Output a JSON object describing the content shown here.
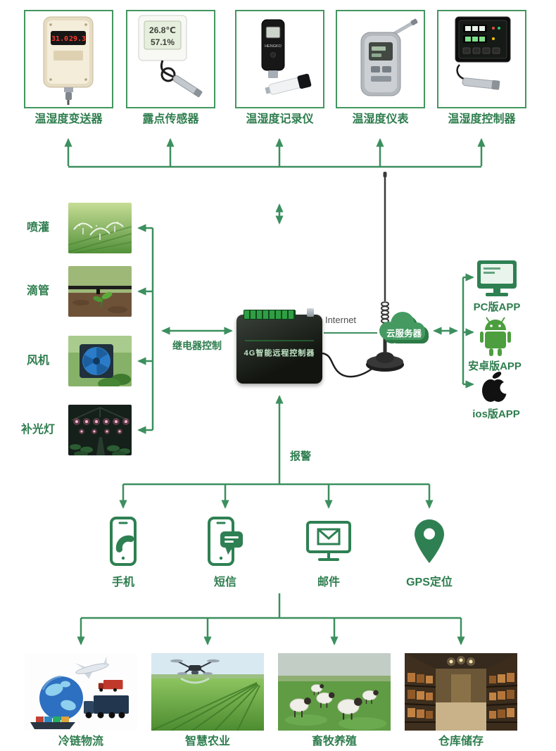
{
  "colors": {
    "accent": "#2e7d4e",
    "line": "#3c8f5e",
    "cloud": "#459a61"
  },
  "top_products": [
    {
      "label": "温湿度变送器",
      "display": [
        "31.0",
        "29.3"
      ]
    },
    {
      "label": "露点传感器",
      "display": [
        "26.8℃",
        "57.1%"
      ]
    },
    {
      "label": "温湿度记录仪",
      "brand": "HENGKO"
    },
    {
      "label": "温湿度仪表"
    },
    {
      "label": "温湿度控制器"
    }
  ],
  "left_section": {
    "relay_label": "继电器控制",
    "items": [
      {
        "label": "喷灌"
      },
      {
        "label": "滴管"
      },
      {
        "label": "风机"
      },
      {
        "label": "补光灯"
      }
    ]
  },
  "center": {
    "device_label": "4G智能远程控制器",
    "internet_label": "Internet",
    "cloud_label": "云服务器",
    "alarm_label": "报警"
  },
  "apps": [
    {
      "label": "PC版APP",
      "icon": "pc-monitor-icon"
    },
    {
      "label": "安卓版APP",
      "icon": "android-icon"
    },
    {
      "label": "ios版APP",
      "icon": "apple-icon"
    }
  ],
  "alerts": [
    {
      "label": "手机",
      "icon": "phone-call-icon"
    },
    {
      "label": "短信",
      "icon": "sms-icon"
    },
    {
      "label": "邮件",
      "icon": "email-icon"
    },
    {
      "label": "GPS定位",
      "icon": "gps-pin-icon"
    }
  ],
  "applications": [
    {
      "label": "冷链物流"
    },
    {
      "label": "智慧农业"
    },
    {
      "label": "畜牧养殖"
    },
    {
      "label": "仓库储存"
    }
  ]
}
